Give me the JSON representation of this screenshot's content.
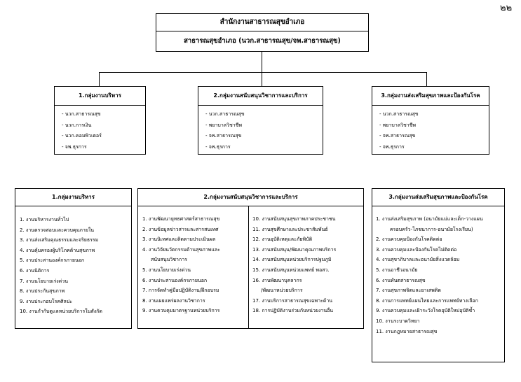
{
  "page_number": "๒๒",
  "top": {
    "title": "สำนักงานสาธารณสุขอำเภอ",
    "subtitle": "สาธารณสุขอำเภอ (นวก.สาธารณสุข/จพ.สาธารณสุข)"
  },
  "mid_groups": [
    {
      "title": "1.กลุ่มงานบริหาร",
      "items": [
        "- นวก.สาธารณสุข",
        "- นวก.การเงิน",
        "- นวก.คอมพิวเตอร์",
        "- จพ.ธุรการ"
      ]
    },
    {
      "title": "2.กลุ่มงานสนับสนุนวิชาการและบริการ",
      "items": [
        "- นวก.สาธารณสุข",
        "- พยาบาลวิชาชีพ",
        "- จพ.สาธารณสุข",
        "- จพ.ธุรการ"
      ]
    },
    {
      "title": "3.กลุ่มงานส่งเสริมสุขภาพและป้องกันโรค",
      "items": [
        "- นวก.สาธารณสุข",
        "- พยาบาลวิชาชีพ",
        "- จพ.สาธารณสุข",
        "- จพ.ธุรการ"
      ]
    }
  ],
  "bottom_groups": {
    "admin": {
      "title": "1.กลุ่มงานบริหาร",
      "items": [
        "1. งานบริหารงานทั่วไป",
        "2. งานตรวจสอบและควบคุมภายใน",
        "3. งานส่งเสริมคุณธรรมและจริยธรรม",
        "4. งานคุ้มครองผู้บริโภคด้านสุขภาพ",
        "5. งานประสานองค์กรภายนอก",
        "6. งานนิติการ",
        "7. งานนโยบายเร่งด่วน",
        "8. งานประกันสุขภาพ",
        "9. งานประกอบโรคศิลปะ",
        "10. งานกำกับดูแลหน่วยบริการในสังกัด"
      ]
    },
    "support": {
      "title": "2.กลุ่มงานสนับสนุนวิชาการและบริการ",
      "left_items": [
        "1. งานพัฒนายุทธศาสตร์สาธารณสุข",
        "2. งานข้อมูลข่าวสารและสารสนเทศ",
        "3. งานนิเทศและติดตามประเมินผล",
        "4. งานวิจัยนวัตกรรมด้านสุขภาพและ",
        "สนับสนุนวิชาการ",
        "5. งานนโยบายเร่งด่วน",
        "6. งานประสานองค์กรภายนอก",
        "7. การจัดทำคู่มือปฏิบัติงาน/ฝึกอบรม",
        "8. งานเผยแพร่ผลงานวิชาการ",
        "9. งานควบคุมมาตรฐานหน่วยบริการ"
      ],
      "right_items": [
        "10. งานสนับสนุนสุขภาพภาคประชาชน",
        "11. งานสุขศึกษาและประชาสัมพันธ์",
        "12. งานอุบัติเหตุและภัยพิบัติ",
        "13. งานสนับสนุน/พัฒนาคุณภาพบริการ",
        "14. งานสนับสนุนหน่วยบริการปฐมภูมิ",
        "15. งานสนับสนุนหน่วยแพทย์ พอสว.",
        "16. งานพัฒนาบุคลากร",
        "/พัฒนาหน่วยบริการ",
        "17. งานบริการสาธารณสุขเฉพาะด้าน",
        "18. การปฏิบัติงานร่วมกับหน่วยงานอื่น"
      ]
    },
    "promotion": {
      "title": "3.กลุ่มงานส่งเสริมสุขภาพและป้องกันโรค",
      "items": [
        "1. งานส่งเสริมสุขภาพ (อนามัยแม่และเด็ก-วางแผน",
        "ครอบครัว-โภชนาการ-อนามัยโรงเรียน)",
        "2. งานควบคุมป้องกันโรคติดต่อ",
        "3. งานควบคุมและป้องกันโรคไม่ติดต่อ",
        "4. งานสุขาภิบาลและอนามัยสิ่งแวดล้อม",
        "5. งานอาชีวอนามัย",
        "6. งานทันตสาธารณสุข",
        "7. งานสุขภาพจิตและยาเสพติด",
        "8. งานการแพทย์แผนไทยและการแพทย์ทางเลือก",
        "9. งานควบคุมและเฝ้าระวังโรคอุบัติใหม่อุบัติซ้ำ",
        "10. งานระบาดวิทยา",
        "11. งานกฎหมายสาธารณสุข"
      ]
    }
  }
}
